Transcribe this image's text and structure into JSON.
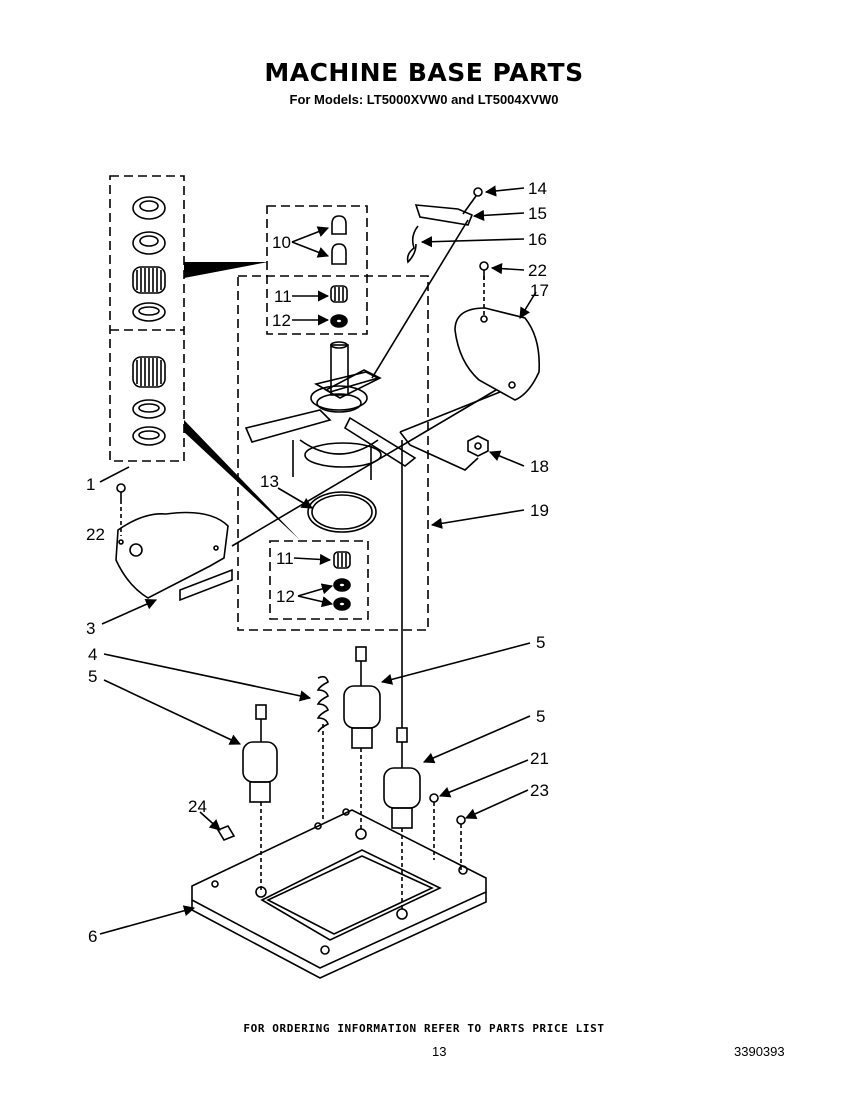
{
  "header": {
    "title": "MACHINE BASE PARTS",
    "subtitle": "For Models: LT5000XVW0 and LT5004XVW0"
  },
  "callouts": {
    "c1": "1",
    "c3": "3",
    "c4": "4",
    "c5a": "5",
    "c5b": "5",
    "c5c": "5",
    "c6": "6",
    "c10": "10",
    "c11a": "11",
    "c11b": "11",
    "c12a": "12",
    "c12b": "12",
    "c13": "13",
    "c14": "14",
    "c15": "15",
    "c16": "16",
    "c17": "17",
    "c18": "18",
    "c19": "19",
    "c21": "21",
    "c22a": "22",
    "c22b": "22",
    "c23": "23",
    "c24": "24"
  },
  "footer": {
    "ordering_note": "FOR ORDERING INFORMATION REFER TO PARTS PRICE LIST",
    "page_number": "13",
    "doc_number": "3390393"
  }
}
